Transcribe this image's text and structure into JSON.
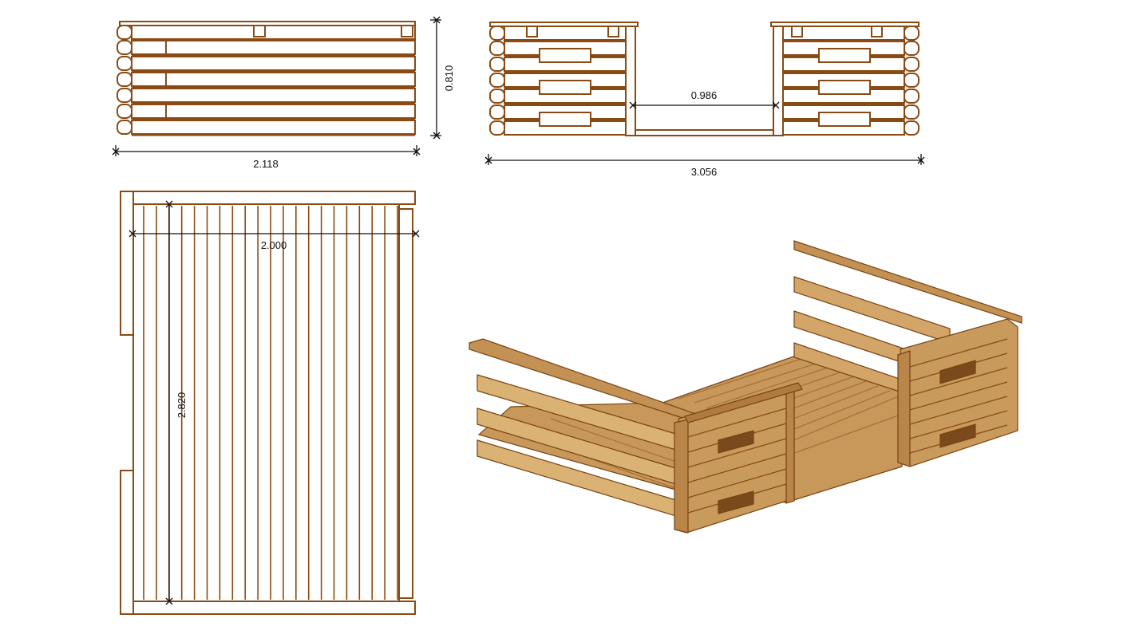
{
  "diagram": {
    "subject": "wooden log terrace with side railings",
    "views": [
      {
        "name": "front-elevation",
        "dimensions": {
          "width": "2.118",
          "height": "0.810"
        }
      },
      {
        "name": "side-elevation",
        "dimensions": {
          "total_width": "3.056",
          "opening": "0.986"
        }
      },
      {
        "name": "floor-plan",
        "dimensions": {
          "width": "2.000",
          "depth": "2.820"
        }
      },
      {
        "name": "isometric-view"
      }
    ]
  },
  "colors": {
    "wood_outline": "#8a4a12",
    "wood_fill_light": "#d9b274",
    "wood_fill_mid": "#c39153",
    "wood_fill_dark": "#9c6a33",
    "dimension_line": "#111111",
    "background": "#ffffff"
  }
}
